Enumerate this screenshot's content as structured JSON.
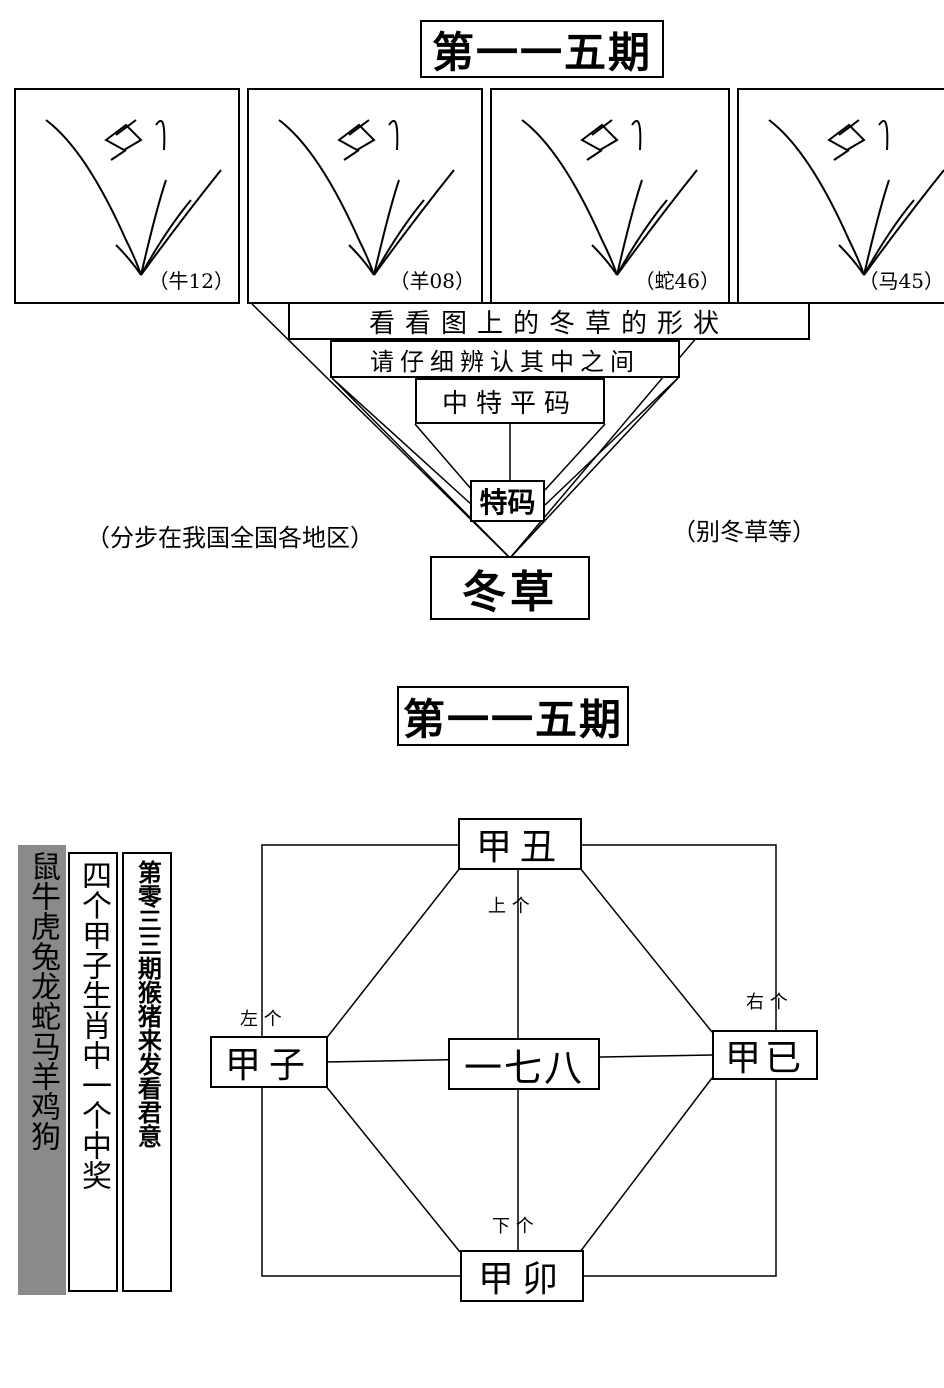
{
  "top": {
    "title": "第一一五期",
    "panels": [
      {
        "caption": "（牛12）"
      },
      {
        "caption": "（羊08）"
      },
      {
        "caption": "（蛇46）"
      },
      {
        "caption": "（马45）"
      }
    ],
    "line1": "看看图上的冬草的形状",
    "line2": "请仔细辨认其中之间",
    "line3": "中特平码",
    "tema": "特码",
    "note_left": "（分步在我国全国各地区）",
    "note_right": "（别冬草等）",
    "answer": "冬草"
  },
  "bottom": {
    "title": "第一一五期",
    "zodiac_column": "鼠牛虎兔龙蛇马羊鸡狗",
    "hint_column": "四个甲子生肖中一个中奖",
    "issue_column": "第零三三期猴猪来发看君意",
    "nodes": {
      "top": "甲丑",
      "left": "甲子",
      "center": "一七八",
      "right": "甲已",
      "bottom": "甲卯"
    },
    "labels": {
      "up": "上 个",
      "left": "左 个",
      "right": "右 个",
      "down": "下 个"
    }
  }
}
